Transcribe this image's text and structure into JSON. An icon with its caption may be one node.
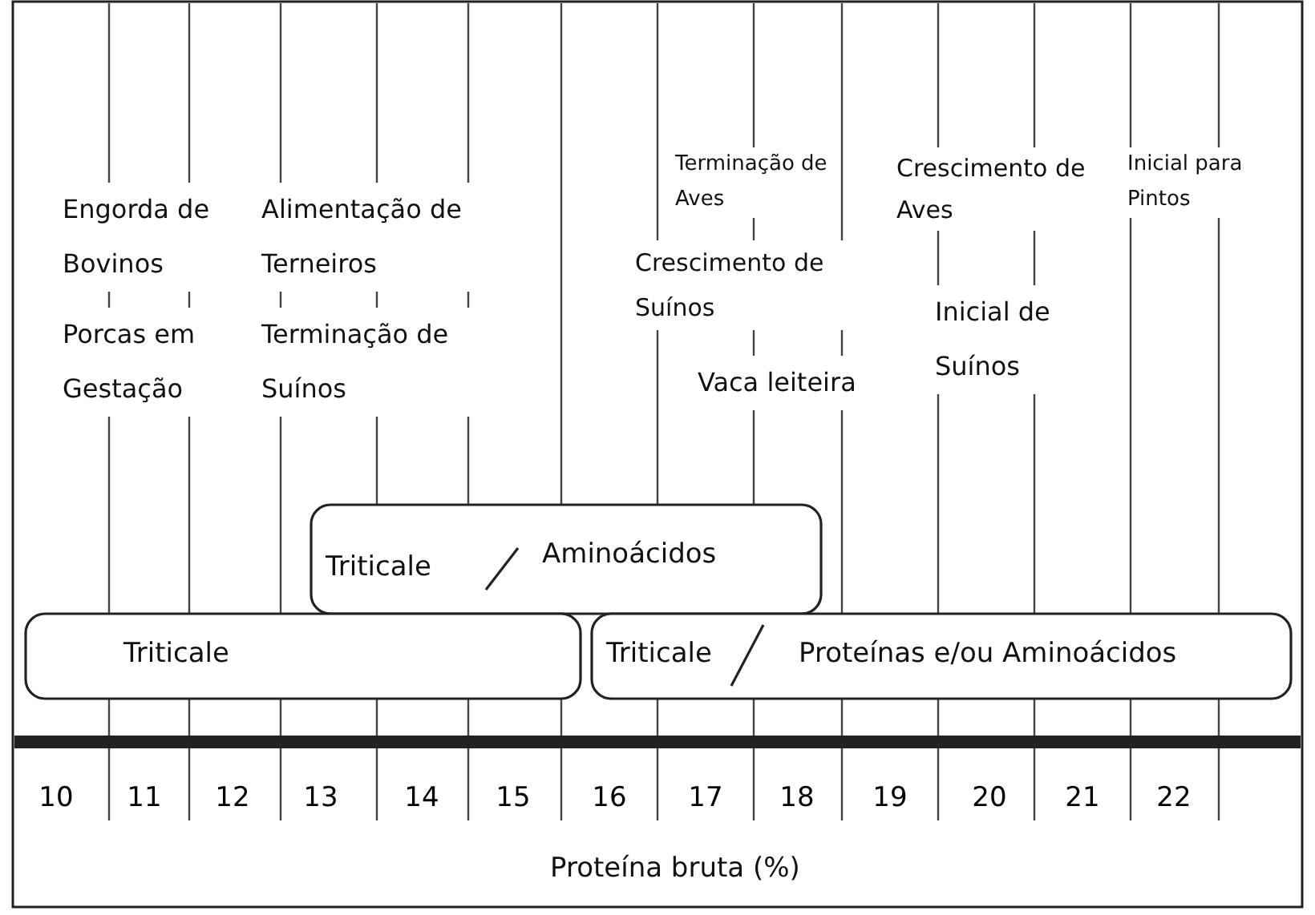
{
  "diagram": {
    "nodes": [
      {
        "text": [
          "Triticale",
          "Aminoácidos"
        ]
      },
      {
        "text": [
          "Triticale"
        ]
      },
      {
        "text": [
          "Triticale",
          "Proteínas e/ou Aminoácidos"
        ]
      }
    ],
    "edges": [],
    "labels": [
      "Engorda de Bovinos",
      "Alimentação de Terneiros",
      "Terminação de Aves",
      "Crescimento de Aves",
      "Inicial para Pintos",
      "Crescimento de Suínos",
      "Porcas em Gestação",
      "Terminação de Suínos",
      "Inicial de Suínos",
      "Vaca leiteira",
      "10",
      "11",
      "12",
      "13",
      "14",
      "15",
      "16",
      "17",
      "18",
      "19",
      "20",
      "21",
      "22",
      "Proteína bruta (%)"
    ]
  }
}
